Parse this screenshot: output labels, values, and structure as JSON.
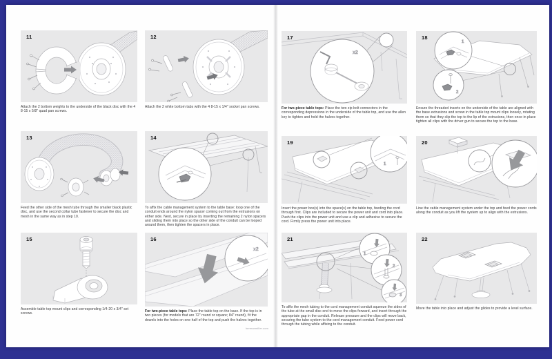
{
  "colors": {
    "frame_blue": "#2e3192",
    "panel_gray": "#e8e8e9",
    "arrow_gray": "#8e8f93",
    "line_gray": "#b4b4b8"
  },
  "footer": {
    "fine_print": "hermanmiller.com"
  },
  "panels": [
    {
      "num": "11",
      "bold": "",
      "text": "Attach the 2 bottom weights to the underside of the black disc with the 4  8-15 x 5/8\" quad pan screws."
    },
    {
      "num": "12",
      "bold": "",
      "text": "Attach the 2 white bottom tabs with the 4  8-15 x 1/4\" socket pan screws."
    },
    {
      "num": "13",
      "bold": "",
      "text": "Feed the other side of the mesh tube through the smaller black plastic disc, and use the second collar tube fastener to secure the disc and mesh in the same way as in step 10."
    },
    {
      "num": "14",
      "bold": "",
      "text": "To affix the cable management system to the table base: loop one of the conduit ends around the nylon spacer coming out from the extrusions on either side. Next, secure in place by inserting the remaining 2 nylon spacers and sliding them into place so the other side of the conduit can be looped around them, then tighten the spacers in place."
    },
    {
      "num": "15",
      "bold": "",
      "text": "Assemble table top mount clips and corresponding 1/4-20 x 3/4\" set screws."
    },
    {
      "num": "16",
      "bold": "For two-piece table tops:",
      "text": " Place the table top on the base. If the top is in two pieces (for models that are 72\" round or square; 84\" round), fit the dowels into the holes on one half of the top and push the halves together.",
      "badge1": "x2"
    },
    {
      "num": "17",
      "bold": "For two-piece table tops:",
      "text": " Place the two zip bolt connectors in the corresponding depressions in the underside of the table top, and use the allen key to tighten and hold the halves together.",
      "badge1": "x2"
    },
    {
      "num": "18",
      "bold": "",
      "text": "Ensure the threaded inserts on the underside of the table are aligned with the base extrusions and screw in the table top mount clips loosely, rotating them so that they clip the top to the lip of the extrusions, then once in place tighten all clips with the driver gun to secure the top to the base.",
      "badge1": "1",
      "badge2": "2"
    },
    {
      "num": "19",
      "bold": "",
      "text": "Insert the power box(s) into the space(s) on the table top, feeding the cord through first. Clips are included to secure the power unit and cord into place. Push the clips into the power unit and use a clip and adhesive to secure the cord. Firmly press the power unit into place.",
      "badge1": "1"
    },
    {
      "num": "20",
      "bold": "",
      "text": "Line the cable management system under the top and feed the power cords along the conduit as you lift the system up to align with the extrusions."
    },
    {
      "num": "21",
      "bold": "",
      "text": "To affix the mesh tubing to the cord management conduit squeeze the sides of the tube at the small disc end to move the clips forward, and insert through the appropriate gap in the conduit. Release pressure and the clips will move back, securing the tube system to the cord management conduit. Feed power cord through the tubing while affixing to the conduit.",
      "badge1": "1",
      "badge2": "2",
      "badge3": "3"
    },
    {
      "num": "22",
      "bold": "",
      "text": "Move the table into place and adjust the glides to provide a level surface."
    }
  ]
}
